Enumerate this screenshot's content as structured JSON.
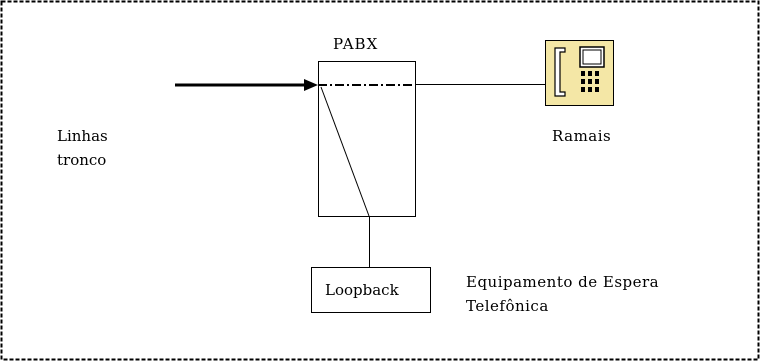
{
  "diagram": {
    "pabx_label": "PABX",
    "trunk_label_line1": "Linhas",
    "trunk_label_line2": "tronco",
    "extensions_label": "Ramais",
    "loopback_label": "Loopback",
    "hold_equipment_line1": "Equipamento de Espera",
    "hold_equipment_line2": "Telefônica",
    "phone_icon": "telephone-icon",
    "phone_color": "#F4E7A6",
    "line_color": "#000000"
  }
}
